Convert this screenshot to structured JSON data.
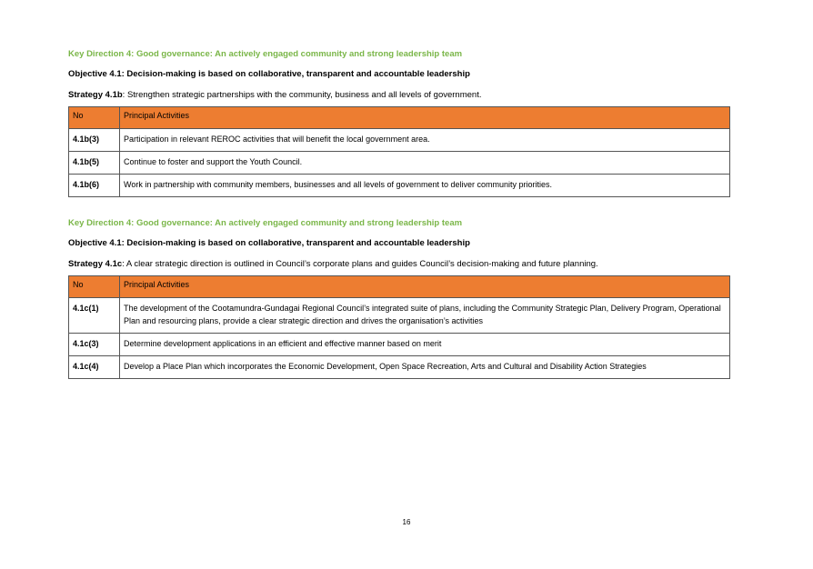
{
  "page_number": "16",
  "colors": {
    "key_direction": "#7ab648",
    "table_header": "#ed7d31"
  },
  "sections": [
    {
      "key_direction": "Key Direction 4: Good governance:  An actively engaged community and strong leadership team",
      "objective": "Objective 4.1: Decision-making is based on collaborative, transparent and accountable leadership",
      "strategy_label": "Strategy 4.1b",
      "strategy_text": ": Strengthen strategic partnerships with the community, business and all levels of government.",
      "table": {
        "headers": [
          "No",
          "Principal Activities"
        ],
        "rows": [
          [
            "4.1b(3)",
            "Participation in relevant REROC activities that will benefit the local government area."
          ],
          [
            "4.1b(5)",
            "Continue to foster and support the Youth Council."
          ],
          [
            "4.1b(6)",
            "Work in partnership with community members, businesses and all levels of government to deliver community priorities."
          ]
        ]
      }
    },
    {
      "key_direction": "Key Direction 4: Good governance:  An actively engaged community and strong leadership team",
      "objective": "Objective 4.1: Decision-making is based on collaborative, transparent and accountable leadership",
      "strategy_label": "Strategy 4.1c",
      "strategy_text": ": A clear strategic direction is outlined in Council’s corporate plans and guides Council’s decision-making and future planning.",
      "table": {
        "headers": [
          "No",
          "Principal Activities"
        ],
        "rows": [
          [
            "4.1c(1)",
            "The development of the Cootamundra-Gundagai Regional Council’s integrated suite of plans, including the Community Strategic Plan, Delivery Program, Operational Plan and resourcing plans, provide a clear strategic direction and drives the organisation’s activities"
          ],
          [
            "4.1c(3)",
            "Determine development applications in an efficient and effective manner based on merit"
          ],
          [
            "4.1c(4)",
            "Develop a Place Plan which incorporates the Economic Development, Open Space Recreation, Arts and Cultural and Disability Action Strategies"
          ]
        ]
      }
    }
  ]
}
